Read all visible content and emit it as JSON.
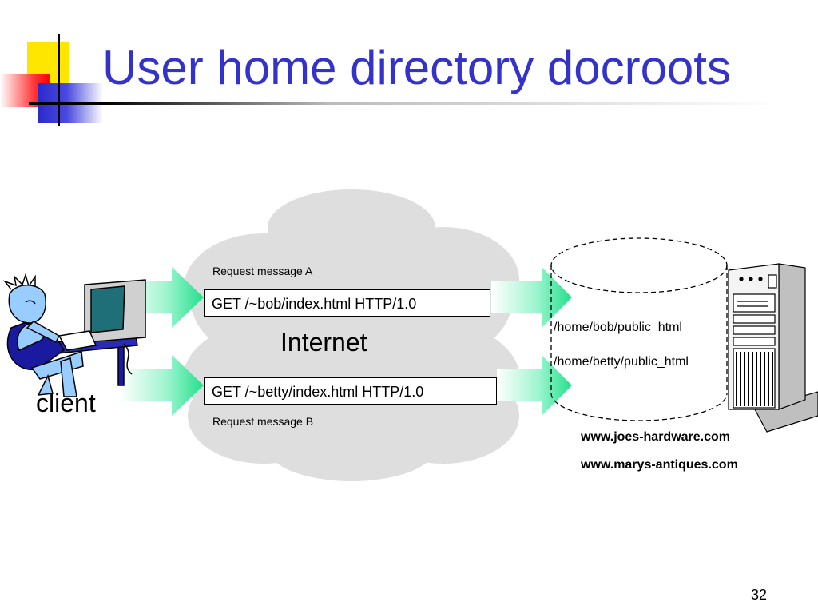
{
  "slide": {
    "title": "User home directory docroots",
    "page_number": "32"
  },
  "diagram": {
    "cloud_label": "Internet",
    "client_label": "client",
    "request_a": {
      "caption": "Request message A",
      "line": "GET /~bob/index.html HTTP/1.0"
    },
    "request_b": {
      "caption": "Request message B",
      "line": "GET /~betty/index.html HTTP/1.0"
    },
    "server_paths": [
      "/home/bob/public_html",
      "/home/betty/public_html"
    ],
    "server_domains": [
      "www.joes-hardware.com",
      "www.marys-antiques.com"
    ]
  },
  "colors": {
    "title": "#3333cc",
    "cloud": "#dedede",
    "arrow": "#33ee99",
    "person": "#99ccff"
  }
}
